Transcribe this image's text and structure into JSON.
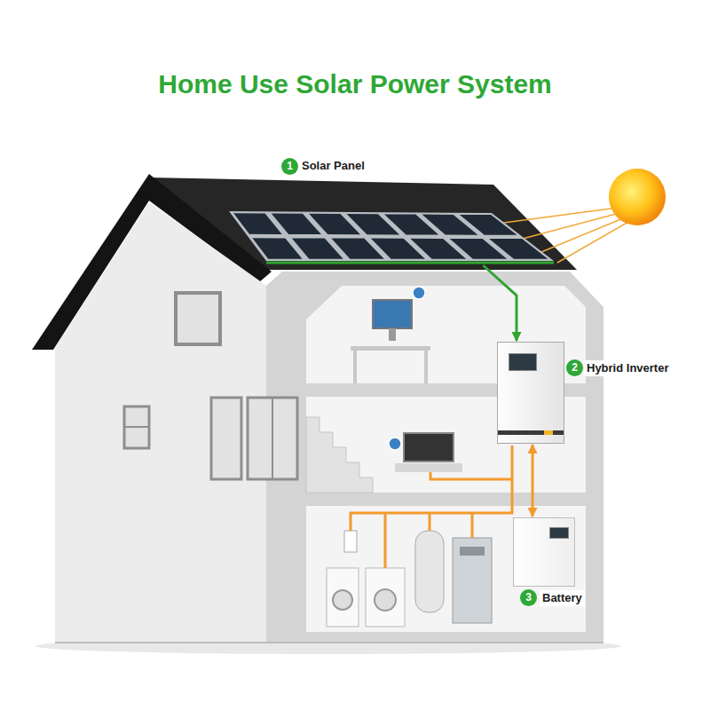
{
  "diagram": {
    "title": "Home Use Solar Power System",
    "nodes": [
      {
        "text": [
          "Solar Panel"
        ]
      },
      {
        "text": [
          "Hybrid Inverter"
        ]
      },
      {
        "text": [
          "Battery"
        ]
      }
    ],
    "edges": [
      {
        "from": 0,
        "to": 1,
        "arrow": "to"
      },
      {
        "from": 1,
        "to": 2,
        "arrow": "both"
      }
    ],
    "labels": [
      "1",
      "2",
      "3"
    ]
  }
}
